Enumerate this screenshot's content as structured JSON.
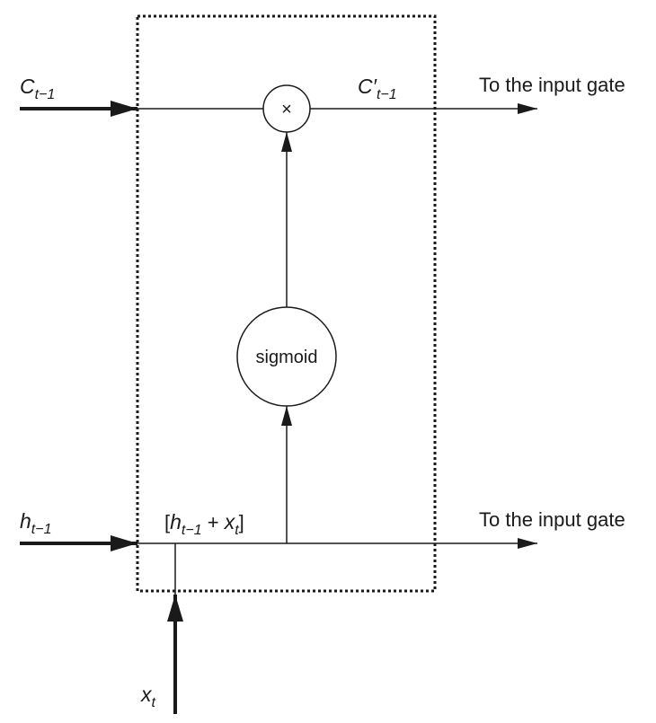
{
  "diagram": {
    "inputs": {
      "c_prev": {
        "symbol": "C",
        "subscript": "t−1"
      },
      "h_prev": {
        "symbol": "h",
        "subscript": "t−1"
      },
      "x_t": {
        "symbol": "x",
        "subscript": "t"
      }
    },
    "output_top": {
      "symbol": "C′",
      "subscript": "t−1",
      "destination": "To the input gate"
    },
    "output_bottom": {
      "destination": "To the input gate"
    },
    "concat": {
      "open": "[",
      "h_symbol": "h",
      "h_subscript": "t−1",
      "plus": " + ",
      "x_symbol": "x",
      "x_subscript": "t",
      "close": "]"
    },
    "nodes": {
      "multiply": "×",
      "sigmoid": "sigmoid"
    }
  }
}
